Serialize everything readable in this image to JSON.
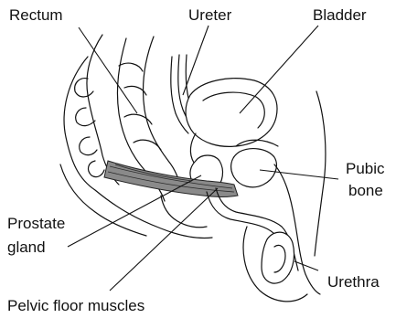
{
  "labels": {
    "rectum": "Rectum",
    "ureter": "Ureter",
    "bladder": "Bladder",
    "pubic_line1": "Pubic",
    "pubic_line2": "bone",
    "prostate_line1": "Prostate",
    "prostate_line2": "gland",
    "urethra": "Urethra",
    "pelvic_floor": "Pelvic floor muscles"
  },
  "colors": {
    "line": "#111111",
    "muscle_fill": "#8a8a8a",
    "background": "#ffffff"
  }
}
